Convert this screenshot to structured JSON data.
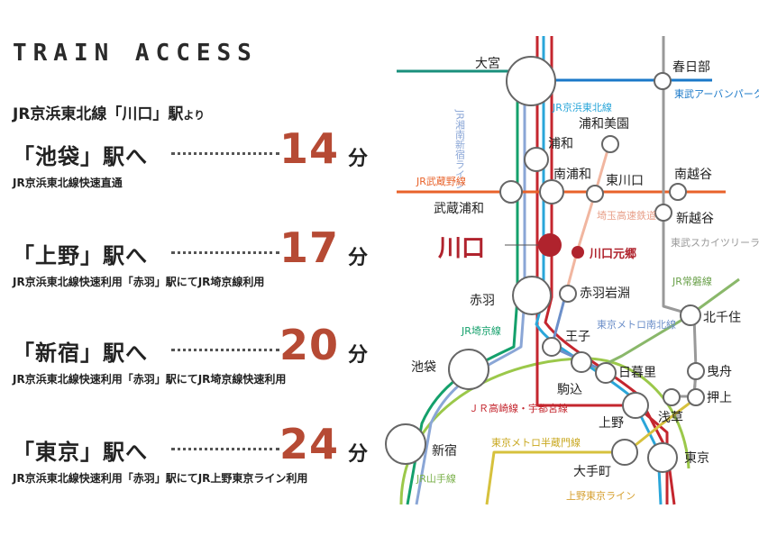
{
  "header": {
    "title": "TRAIN ACCESS",
    "origin_main": "JR京浜東北線「川口」駅",
    "origin_suffix": "より"
  },
  "routes": [
    {
      "destination": "「池袋」駅へ",
      "minutes": "14",
      "unit": "分",
      "note": "JR京浜東北線快速直通"
    },
    {
      "destination": "「上野」駅へ",
      "minutes": "17",
      "unit": "分",
      "note": "JR京浜東北線快速利用「赤羽」駅にてJR埼京線利用"
    },
    {
      "destination": "「新宿」駅へ",
      "minutes": "20",
      "unit": "分",
      "note": "JR京浜東北線快速利用「赤羽」駅にてJR埼京線快速利用"
    },
    {
      "destination": "「東京」駅へ",
      "minutes": "24",
      "unit": "分",
      "note": "JR京浜東北線快速利用「赤羽」駅にてJR上野東京ライン利用"
    }
  ],
  "map": {
    "stations": {
      "omiya": "大宮",
      "kasukabe": "春日部",
      "urawa": "浦和",
      "urawa_misono": "浦和美園",
      "minami_urawa": "南浦和",
      "higashi_kawaguchi": "東川口",
      "minami_koshigaya": "南越谷",
      "musashi_urawa": "武蔵浦和",
      "shin_koshigaya": "新越谷",
      "kawaguchi": "川口",
      "kawaguchi_motogo": "川口元郷",
      "akabane": "赤羽",
      "akabane_iwabuchi": "赤羽岩淵",
      "kita_senju": "北千住",
      "oji": "王子",
      "ikebukuro": "池袋",
      "komagome": "駒込",
      "nippori": "日暮里",
      "hikifune": "曳舟",
      "oshiage": "押上",
      "asakusa": "浅草",
      "ueno": "上野",
      "shinjuku": "新宿",
      "otemachi": "大手町",
      "tokyo": "東京"
    },
    "lines": {
      "jr_shonan_shinjuku": "JR湘南新宿ライン",
      "jr_keihin_tohoku": "JR京浜東北線",
      "tobu_urban_park": "東武アーバンパークライン",
      "jr_musashino": "JR武蔵野線",
      "saitama_railway": "埼玉高速鉄道",
      "tobu_skytree": "東武スカイツリーライン",
      "jr_joban": "JR常磐線",
      "metro_namboku": "東京メトロ南北線",
      "jr_saikyo": "JR埼京線",
      "jr_takasaki_utsunomiya": "ＪＲ高崎線・宇都宮線",
      "metro_hanzomon": "東京メトロ半蔵門線",
      "jr_yamanote": "JR山手線",
      "ueno_tokyo": "上野東京ライン"
    },
    "colors": {
      "accent": "#b64a34",
      "kawaguchi": "#b0232d",
      "keihin_tohoku": "#2aa6d9",
      "saikyo": "#14a06b",
      "yamanote": "#9bc84a",
      "shonan": "#8aa6d6",
      "takasaki": "#c4262e",
      "musashino": "#e8622a",
      "tobu_urban": "#1a78c8",
      "tobu_skytree": "#999999",
      "saitama_rr": "#f1b6a0",
      "namboku": "#6c8fc9",
      "joban": "#8ab86a",
      "hanzomon": "#d6c13d",
      "omiya_top": "#198f7c"
    }
  }
}
